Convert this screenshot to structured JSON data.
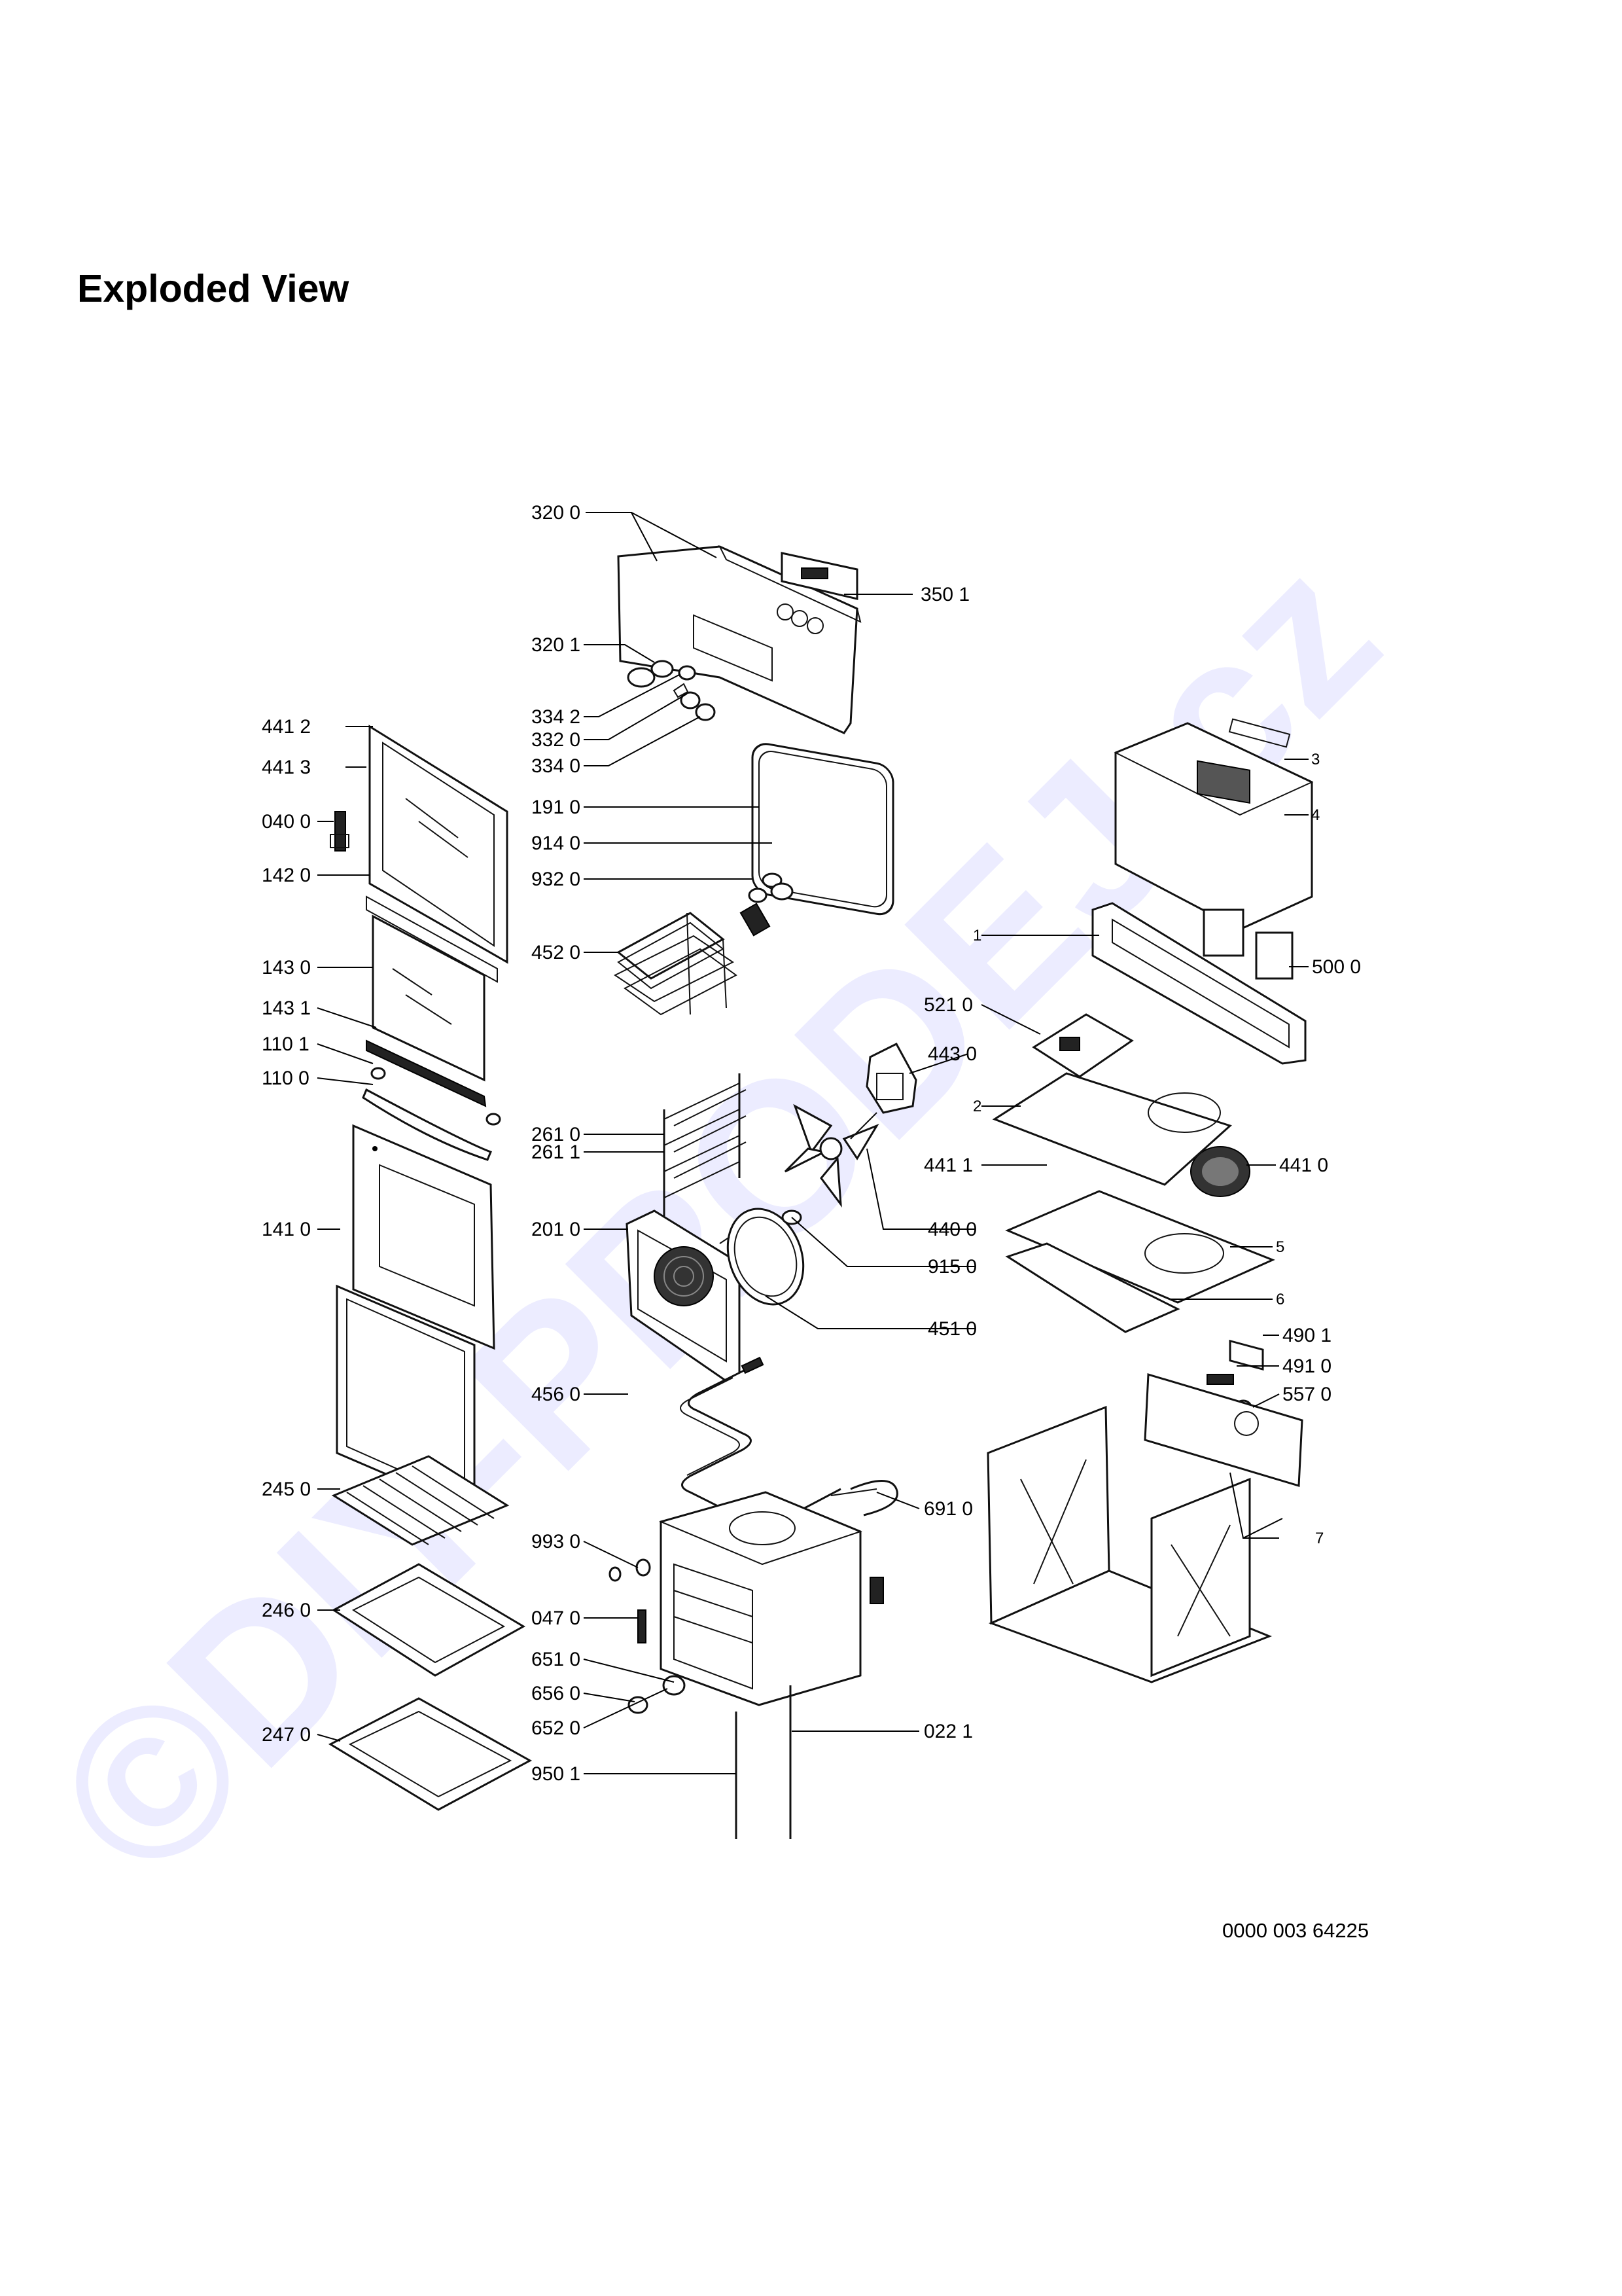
{
  "title": "Exploded View",
  "watermark": "©DIY-PRODEJ.cz",
  "document_code": "0000 003 64225",
  "labels": {
    "l3200": "320 0",
    "l3501": "350 1",
    "l3201": "320 1",
    "l3342": "334 2",
    "l3320": "332 0",
    "l3340": "334 0",
    "l4412": "441 2",
    "l4413": "441 3",
    "l0400": "040 0",
    "l1420": "142 0",
    "l1910": "191 0",
    "l9140": "914 0",
    "l9320": "932 0",
    "l4520": "452 0",
    "l1430": "143 0",
    "l1431": "143 1",
    "l1101": "110 1",
    "l1100": "110 0",
    "l3": "3",
    "l4": "4",
    "l1": "1",
    "l5000": "500 0",
    "l5210": "521 0",
    "l4430": "443 0",
    "l2": "2",
    "l4411": "441 1",
    "l4410": "441 0",
    "l2610": "261 0",
    "l2611": "261 1",
    "l4400": "440 0",
    "l1410": "141 0",
    "l2010": "201 0",
    "l9150": "915 0",
    "l5": "5",
    "l6": "6",
    "l4510": "451 0",
    "l4901": "490 1",
    "l4910": "491 0",
    "l5570": "557 0",
    "l4560": "456 0",
    "l2450": "245 0",
    "l6910": "691 0",
    "l7": "7",
    "l9930": "993 0",
    "l2460": "246 0",
    "l0470": "047 0",
    "l6510": "651 0",
    "l6560": "656 0",
    "l6520": "652 0",
    "l2470": "247 0",
    "l0221": "022 1",
    "l9501": "950 1"
  },
  "parts": {
    "control_panel": "control-panel",
    "knobs": "control-knobs",
    "door_frame_outer": "door-frame-outer",
    "door_glass_inner": "door-glass-inner",
    "door_outer_glass": "door-outer-glass",
    "door_seal": "door-seal",
    "oven_gasket": "oven-gasket",
    "shelf_support": "shelf-support",
    "fan_cover": "fan-cover",
    "fan_blade": "fan-blade",
    "fan_motor": "fan-motor",
    "circular_element": "circular-element",
    "grill_element": "grill-element",
    "wire_rack": "wire-rack",
    "baking_tray": "baking-tray",
    "deep_tray": "deep-tray",
    "oven_cavity": "oven-cavity",
    "outer_casing": "outer-casing",
    "top_cover": "top-cover",
    "electronic_board": "electronic-board",
    "cooling_fan": "cooling-fan",
    "bottom_plates": "bottom-plates",
    "terminal_block": "terminal-block",
    "lamp_holder": "lamp-holder",
    "side_rails": "side-rails"
  }
}
